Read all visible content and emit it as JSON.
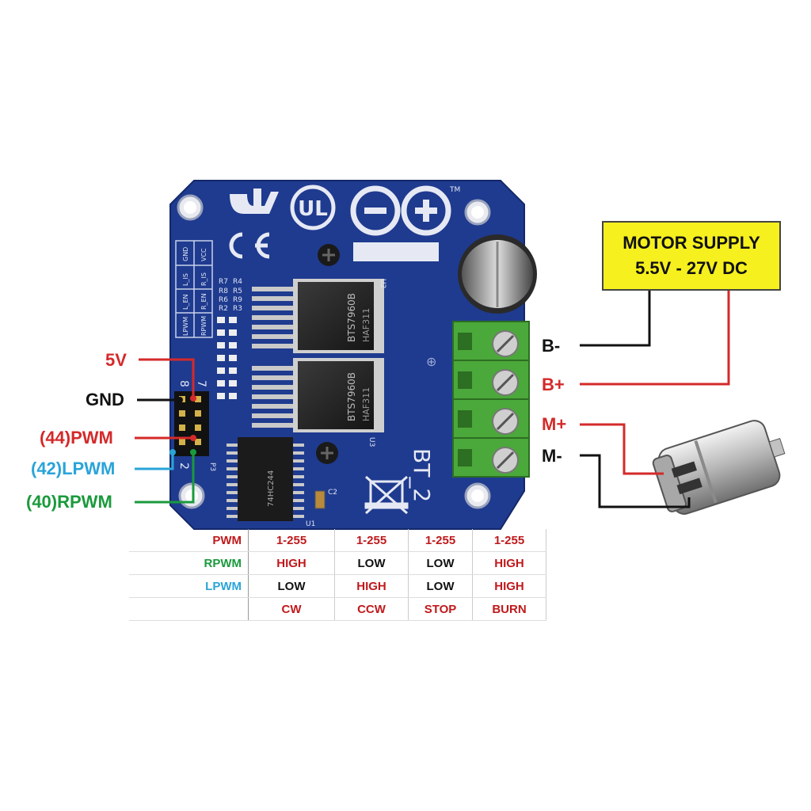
{
  "colors": {
    "board": "#1f3b8f",
    "red_wire": "#d42a2a",
    "black_wire": "#111111",
    "blue_wire": "#2aa4d9",
    "green_wire": "#1a9a3c",
    "terminal_green": "#4ba83a",
    "supply_box": "#f6f01e",
    "high_text": "#c0191c"
  },
  "board": {
    "model_text": "BT_2",
    "chip_text_1": "BTS7960B",
    "chip_text_2": "BTS7960B",
    "chip_code": "HAF311",
    "ic_text": "74HC244",
    "ic_label": "U1",
    "cap_label": "C2",
    "u2_label": "U2",
    "u3_label": "U3",
    "silk_resistors": [
      "R7",
      "R4",
      "R8",
      "R5",
      "R6",
      "R9",
      "R2",
      "R3"
    ],
    "silk_pins": [
      "VCC",
      "GND",
      "R_IS",
      "L_IS",
      "R_EN",
      "L_EN",
      "RPWM",
      "LPWM"
    ],
    "header_num_top": "8",
    "header_num_top2": "7",
    "header_num_bottom": "2",
    "header_label": "P3",
    "tm": "TM"
  },
  "pins": {
    "vcc": "5V",
    "gnd": "GND",
    "pwm": "(44)PWM",
    "lpwm": "(42)LPWM",
    "rpwm": "(40)RPWM"
  },
  "terminals": {
    "b_minus": "B-",
    "b_plus": "B+",
    "m_plus": "M+",
    "m_minus": "M-"
  },
  "supply": {
    "line1": "MOTOR SUPPLY",
    "line2": "5.5V - 27V DC"
  },
  "table": {
    "rows": [
      {
        "label": "PWM",
        "label_color": "#c0191c",
        "cells": [
          {
            "t": "1-255",
            "hi": true
          },
          {
            "t": "1-255",
            "hi": true
          },
          {
            "t": "1-255",
            "hi": true
          },
          {
            "t": "1-255",
            "hi": true
          }
        ]
      },
      {
        "label": "RPWM",
        "label_color": "#1a9a3c",
        "cells": [
          {
            "t": "HIGH",
            "hi": true
          },
          {
            "t": "LOW",
            "hi": false
          },
          {
            "t": "LOW",
            "hi": false
          },
          {
            "t": "HIGH",
            "hi": true
          }
        ]
      },
      {
        "label": "LPWM",
        "label_color": "#2aa4d9",
        "cells": [
          {
            "t": "LOW",
            "hi": false
          },
          {
            "t": "HIGH",
            "hi": true
          },
          {
            "t": "LOW",
            "hi": false
          },
          {
            "t": "HIGH",
            "hi": true
          }
        ]
      },
      {
        "label": "",
        "label_color": "#111111",
        "cells": [
          {
            "t": "CW",
            "hi": true
          },
          {
            "t": "CCW",
            "hi": true
          },
          {
            "t": "STOP",
            "hi": true
          },
          {
            "t": "BURN",
            "hi": true
          }
        ]
      }
    ]
  }
}
